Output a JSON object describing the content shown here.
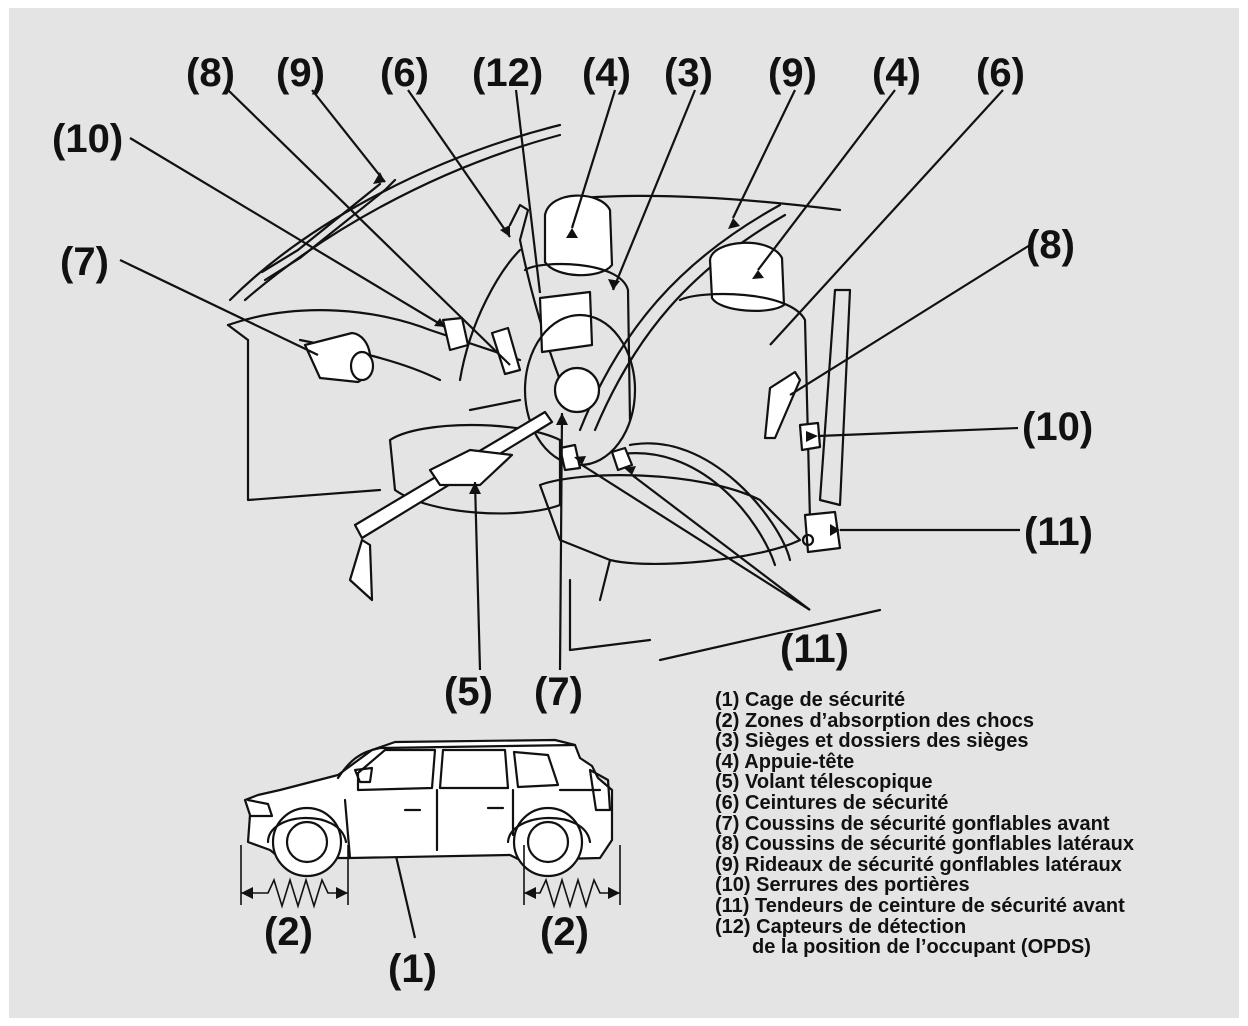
{
  "callouts": {
    "c8_top": "(8)",
    "c9_top_left": "(9)",
    "c6_top_left": "(6)",
    "c12": "(12)",
    "c4_top_left": "(4)",
    "c3": "(3)",
    "c9_top_right": "(9)",
    "c4_top_right": "(4)",
    "c6_top_right": "(6)",
    "c10_left": "(10)",
    "c7_left": "(7)",
    "c8_right": "(8)",
    "c10_right": "(10)",
    "c11_right": "(11)",
    "c11_bottom": "(11)",
    "c5": "(5)",
    "c7_bottom": "(7)",
    "c2_left": "(2)",
    "c2_right": "(2)",
    "c1": "(1)"
  },
  "legend": [
    "(1) Cage de sécurité",
    "(2) Zones d’absorption des chocs",
    "(3) Sièges et dossiers des sièges",
    "(4) Appuie-tête",
    "(5) Volant télescopique",
    "(6) Ceintures de sécurité",
    "(7) Coussins de sécurité gonflables avant",
    "(8) Coussins de sécurité gonflables latéraux",
    "(9) Rideaux de sécurité gonflables latéraux",
    "(10) Serrures des portières",
    "(11) Tendeurs de ceinture de sécurité avant",
    "(12) Capteurs de détection",
    "de la position de l’occupant (OPDS)"
  ],
  "colors": {
    "background": "#e4e4e4",
    "ink": "#111111",
    "page": "#ffffff"
  }
}
